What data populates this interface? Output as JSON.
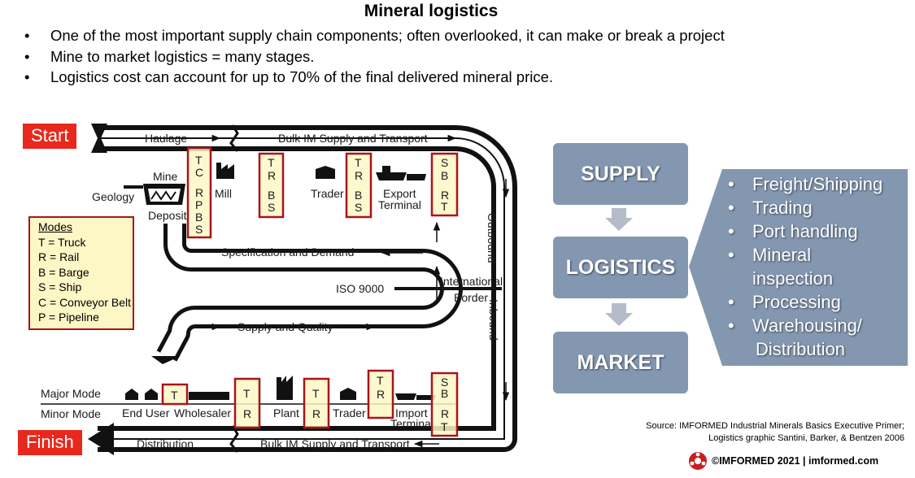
{
  "title": "Mineral logistics",
  "bullets": [
    "One of the most important supply chain components; often overlooked, it can make or break a project",
    "Mine to market logistics = many stages.",
    "Logistics cost can account for up to 70% of the final delivered mineral price."
  ],
  "bullet_marker": "•",
  "start_label": "Start",
  "finish_label": "Finish",
  "diagram": {
    "top_lane": {
      "left": "Haulage",
      "right": "Bulk IM Supply and Transport"
    },
    "bottom_lane": {
      "left": "Distribution",
      "right": "Bulk IM Supply and Transport"
    },
    "upper_stages": {
      "mine": "Mine",
      "geology": "Geology",
      "deposit": "Deposit",
      "mill": "Mill",
      "trader": "Trader",
      "export_line1": "Export",
      "export_line2": "Terminal"
    },
    "lower_stages": {
      "end_user": "End User",
      "wholesaler": "Wholesaler",
      "plant": "Plant",
      "trader": "Trader",
      "import_line1": "Import",
      "import_line2": "Terminal"
    },
    "mode_rows": {
      "major": "Major Mode",
      "minor": "Minor Mode"
    },
    "middle": {
      "spec": "Specification and Demand",
      "quality": "Supply and Quality",
      "iso": "ISO 9000",
      "border_line1": "International",
      "border_line2": "Border",
      "outbound": "Outbound",
      "inbound": "Inbound"
    },
    "mode_boxes": {
      "b1": [
        "T",
        "C",
        "R",
        "P",
        "B",
        "S"
      ],
      "b2": [
        "T",
        "R",
        "B",
        "S"
      ],
      "b3": [
        "T",
        "R",
        "B",
        "S"
      ],
      "b4": [
        "S",
        "B",
        "R",
        "T"
      ],
      "b5": [
        "T"
      ],
      "b6": [
        "T",
        "R"
      ],
      "b7": [
        "T",
        "R"
      ],
      "b8": [
        "T",
        "R"
      ],
      "b9": [
        "S",
        "B",
        "R",
        "T"
      ]
    },
    "modes_legend": {
      "title": "Modes",
      "items": [
        "T = Truck",
        "R = Rail",
        "B = Barge",
        "S = Ship",
        "C = Conveyor Belt",
        "P = Pipeline"
      ]
    }
  },
  "flow": {
    "supply": "SUPPLY",
    "logistics": "LOGISTICS",
    "market": "MARKET"
  },
  "logistics_list": [
    "Freight/Shipping",
    "Trading",
    "Port handling",
    "Mineral",
    "inspection",
    "Processing",
    "Warehousing/",
    "Distribution"
  ],
  "source_line1": "Source: IMFORMED  Industrial Minerals Basics Executive Primer;",
  "source_line2": "Logistics graphic Santini, Barker, & Bentzen 2006",
  "footer": "©IMFORMED 2021  | imformed.com",
  "colors": {
    "start_red": "#e8281c",
    "box_blue": "#8497b0",
    "legend_yellow": "#fdf7c6",
    "box_red": "#a8141c"
  }
}
